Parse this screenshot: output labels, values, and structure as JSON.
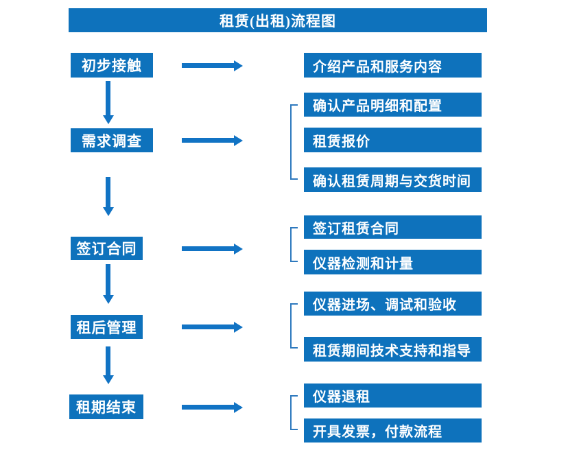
{
  "title": "租赁(出租)流程图",
  "colors": {
    "box": "#0e72bc",
    "arrow": "#1173c4",
    "bracket": "#2e79be",
    "text": "#ffffff",
    "background": "#ffffff"
  },
  "steps": [
    {
      "label": "初步接触",
      "outputs": [
        "介绍产品和服务内容"
      ]
    },
    {
      "label": "需求调查",
      "outputs": [
        "确认产品明细和配置",
        "租赁报价",
        "确认租赁周期与交货时间"
      ]
    },
    {
      "label": "签订合同",
      "outputs": [
        "签订租赁合同",
        "仪器检测和计量"
      ]
    },
    {
      "label": "租后管理",
      "outputs": [
        "仪器进场、调试和验收",
        "租赁期间技术支持和指导"
      ]
    },
    {
      "label": "租期结束",
      "outputs": [
        "仪器退租",
        "开具发票，付款流程"
      ]
    }
  ]
}
